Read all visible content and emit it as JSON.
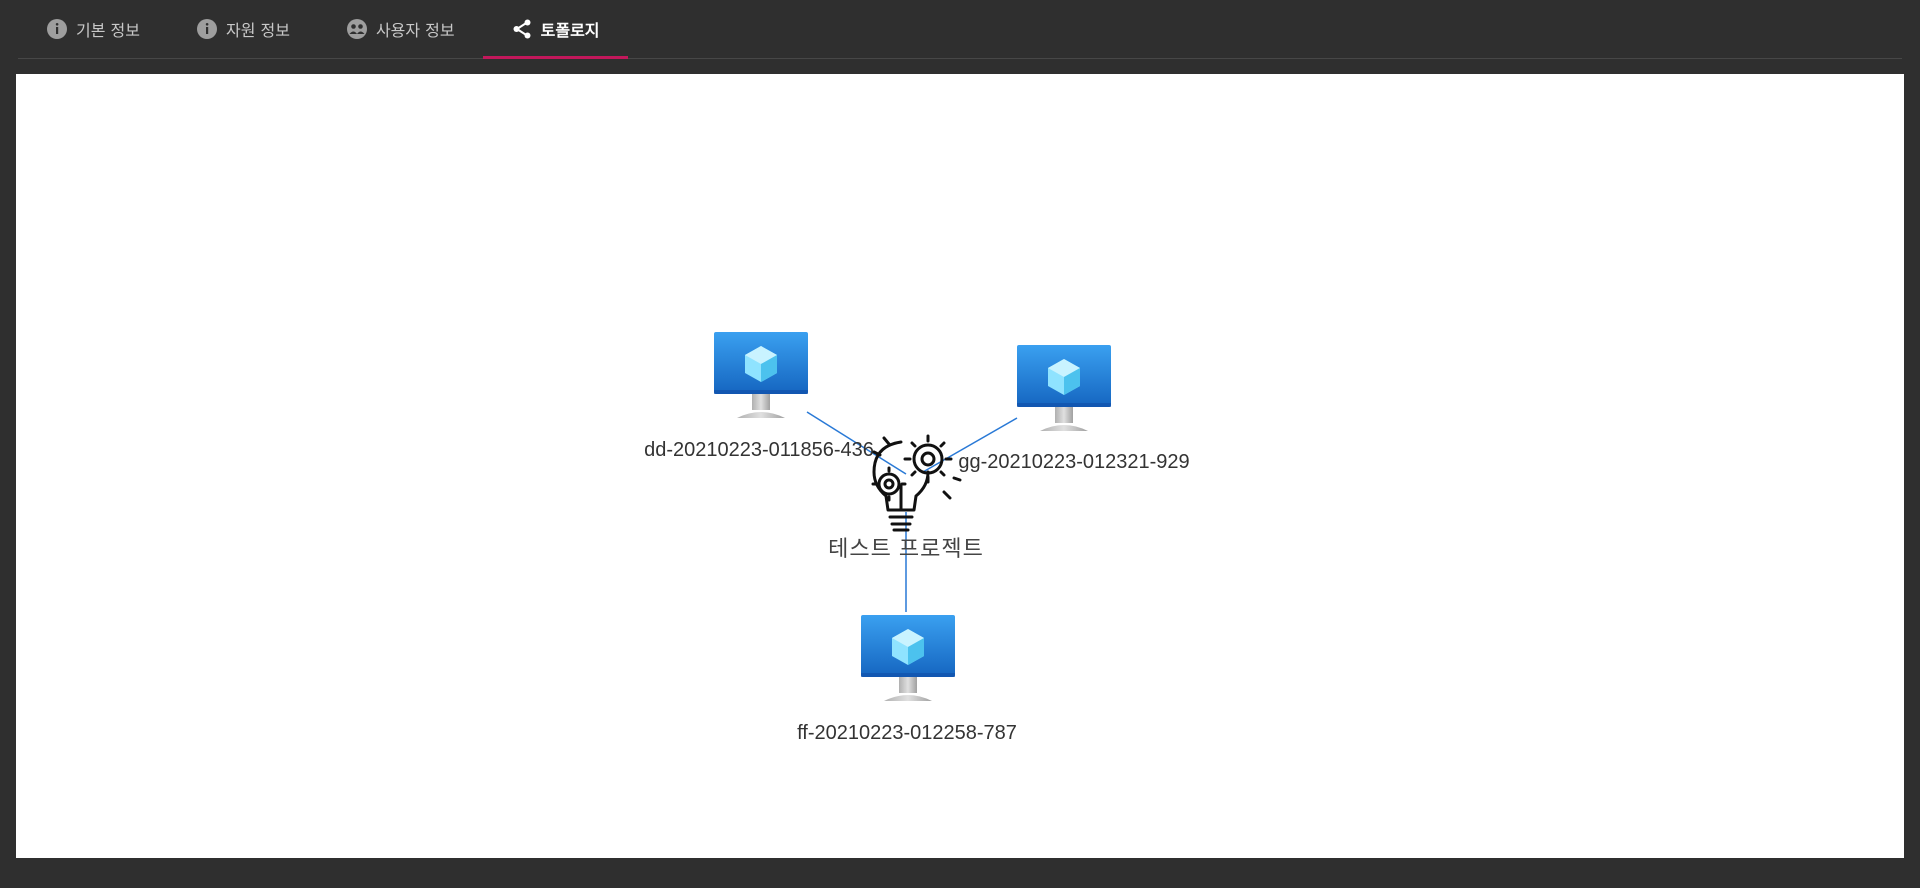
{
  "tabs": [
    {
      "label": "기본 정보",
      "icon": "info-icon",
      "active": false
    },
    {
      "label": "자원 정보",
      "icon": "info-icon",
      "active": false
    },
    {
      "label": "사용자 정보",
      "icon": "user-group-icon",
      "active": false
    },
    {
      "label": "토폴로지",
      "icon": "share-icon",
      "active": true
    }
  ],
  "topology": {
    "center": {
      "label": "테스트 프로젝트",
      "icon": "project-gear-bulb-icon"
    },
    "nodes": [
      {
        "label": "dd-20210223-011856-436",
        "icon": "vm-monitor-icon"
      },
      {
        "label": "gg-20210223-012321-929",
        "icon": "vm-monitor-icon"
      },
      {
        "label": "ff-20210223-012258-787",
        "icon": "vm-monitor-icon"
      }
    ]
  },
  "colors": {
    "accent": "#c2185b",
    "edge": "#2979d6",
    "monitor": "#1e88e5"
  }
}
